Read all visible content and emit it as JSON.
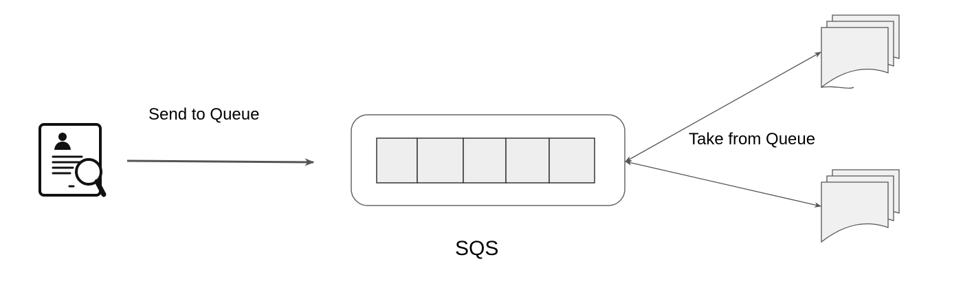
{
  "labels": {
    "send": "Send to Queue",
    "take": "Take from Queue",
    "queue_name": "SQS"
  },
  "icons": {
    "producer": "resume-search-icon",
    "consumers": [
      "document-stack-icon",
      "document-stack-icon"
    ]
  },
  "queue": {
    "slot_count": 5
  },
  "colors": {
    "stroke": "#555555",
    "icon": "#111111",
    "fill": "#eeeeee",
    "doc_fill": "#f0f0f0",
    "background": "#ffffff"
  }
}
